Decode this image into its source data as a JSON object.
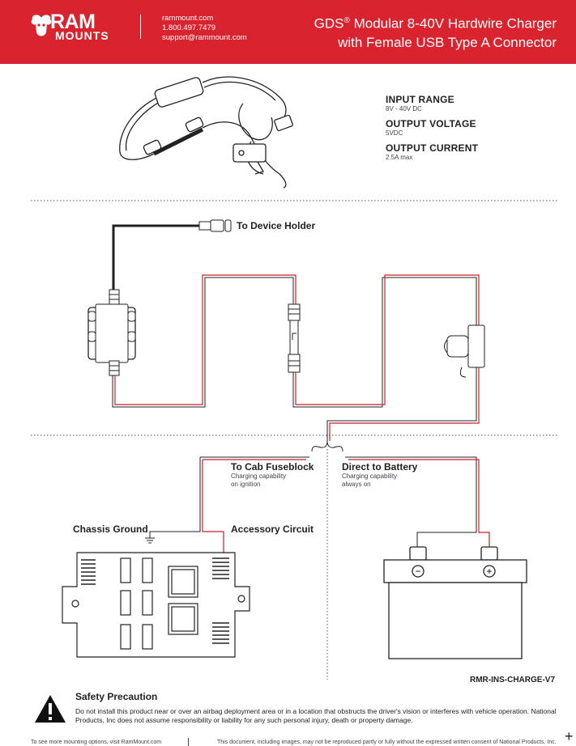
{
  "header": {
    "brand_top": "RAM",
    "brand_bottom": "MOUNTS",
    "website": "rammount.com",
    "phone": "1.800.497.7479",
    "email": "support@rammount.com",
    "title_line1_prefix": "GDS",
    "title_line1_reg": "®",
    "title_line1_rest": " Modular 8-40V Hardwire Charger",
    "title_line2": "with Female USB Type A Connector"
  },
  "specs": [
    {
      "label": "INPUT RANGE",
      "value": "8V - 40V DC"
    },
    {
      "label": "OUTPUT VOLTAGE",
      "value": "5VDC"
    },
    {
      "label": "OUTPUT CURRENT",
      "value": "2.5A max"
    }
  ],
  "diagram": {
    "to_device_holder": "To Device Holder",
    "to_cab_fuseblock": "To Cab Fuseblock",
    "to_cab_fuseblock_note1": "Charging capability",
    "to_cab_fuseblock_note2": "on ignition",
    "direct_to_battery": "Direct to Battery",
    "direct_to_battery_note1": "Charging capability",
    "direct_to_battery_note2": "always on",
    "chassis_ground": "Chassis Ground",
    "accessory_circuit": "Accessory Circuit",
    "battery_neg": "−",
    "battery_pos": "+"
  },
  "doc_code": "RMR-INS-CHARGE-V7",
  "safety": {
    "title": "Safety Precaution",
    "body": "Do not install this product near or over an airbag deployment area or in a location that obstructs the driver's vision or interferes with vehicle operation. National Products, Inc does not assume responsibility or liability for any such personal injury, death or property damage."
  },
  "footer": {
    "left": "To see more mounting options, visit RamMount.com",
    "right": "This document, including images, may not be reproduced partly or fully without the expressed written consent of National Products, Inc."
  },
  "colors": {
    "brand_red": "#d9232e",
    "wire_red": "#c8202a",
    "line_dark": "#222222"
  }
}
